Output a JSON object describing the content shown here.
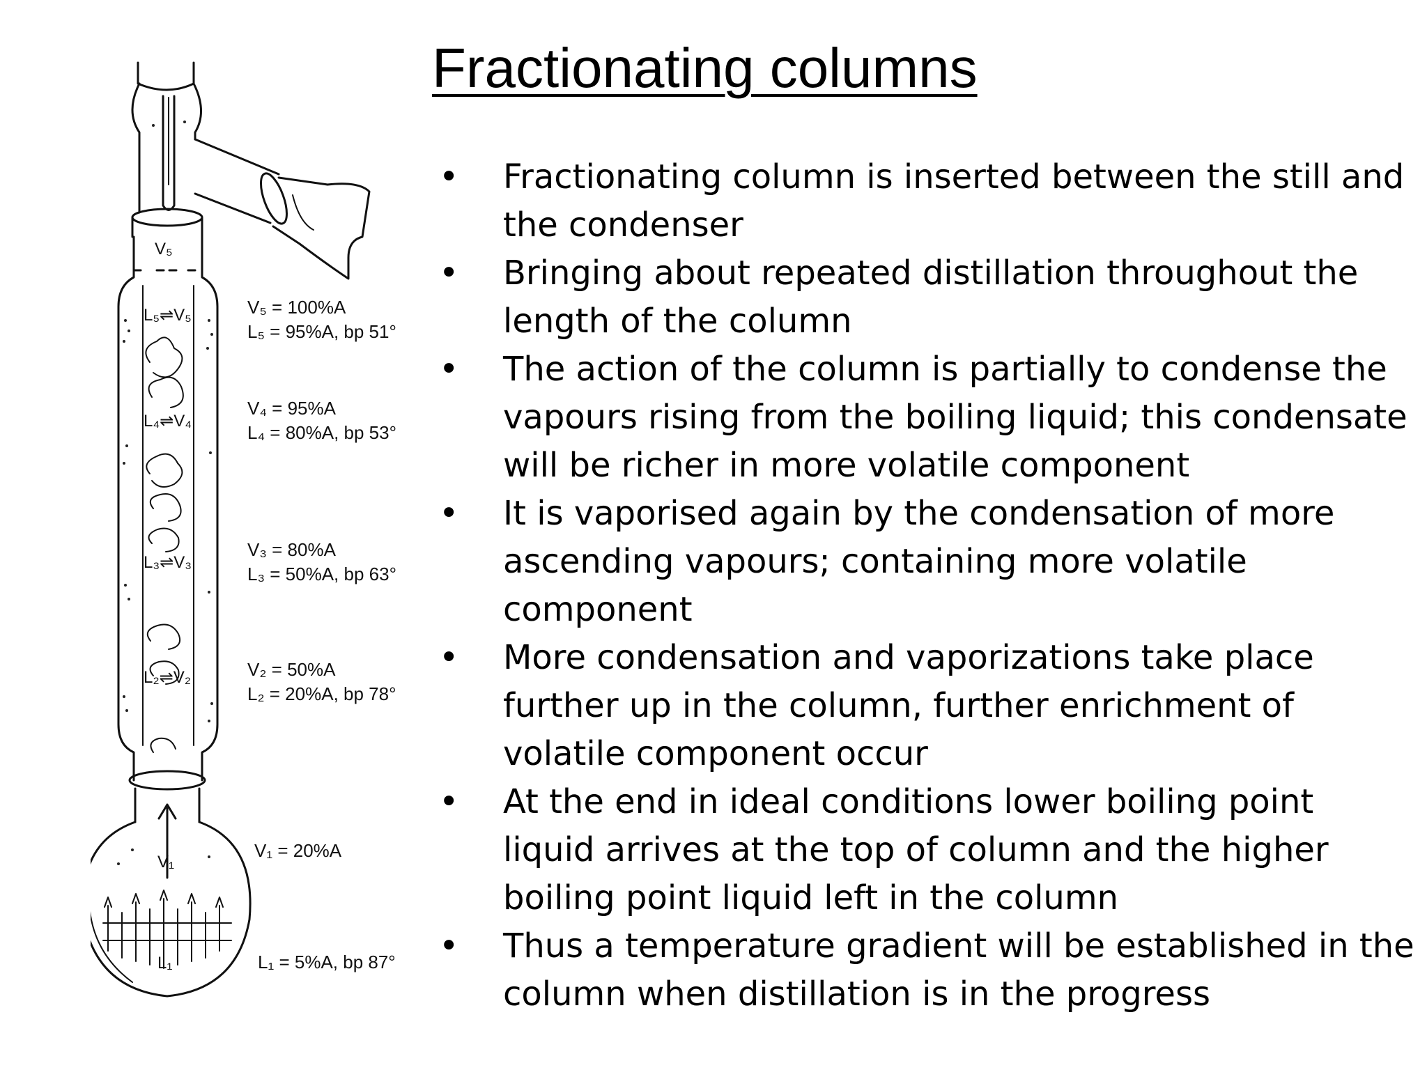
{
  "title": "Fractionating columns",
  "bullet_symbol": "•",
  "bullets": [
    "Fractionating column is inserted between the still and the condenser",
    "Bringing about repeated distillation throughout the length of the column",
    "The action of the column is partially to condense the vapours rising from the boiling liquid; this condensate will be richer in more volatile component",
    "It is vaporised again by the condensation of more ascending vapours; containing more volatile component",
    "More condensation and vaporizations take place further up in the column, further enrichment of volatile component occur",
    "At the end in ideal conditions lower boiling point liquid arrives at the top of column and the higher boiling point liquid left in the column",
    "Thus a temperature gradient will be established in the column when distillation is in the progress"
  ],
  "diagram": {
    "annotations": {
      "v5": "V₅ = 100%A",
      "l5": "L₅ = 95%A, bp 51°",
      "v4": "V₄ = 95%A",
      "l4": "L₄ = 80%A, bp 53°",
      "v3": "V₃ = 80%A",
      "l3": "L₃ = 50%A, bp 63°",
      "v2": "V₂ = 50%A",
      "l2": "L₂ = 20%A, bp 78°",
      "v1": "V₁ = 20%A",
      "l1": "L₁ = 5%A, bp 87°"
    },
    "labels": {
      "top_vapor": "V₅",
      "eq5": "L₅⇌V₅",
      "eq4": "L₄⇌V₄",
      "eq3": "L₃⇌V₃",
      "eq2": "L₂⇌V₂",
      "flask_vapor": "V₁",
      "flask_liquid": "L₁"
    }
  }
}
